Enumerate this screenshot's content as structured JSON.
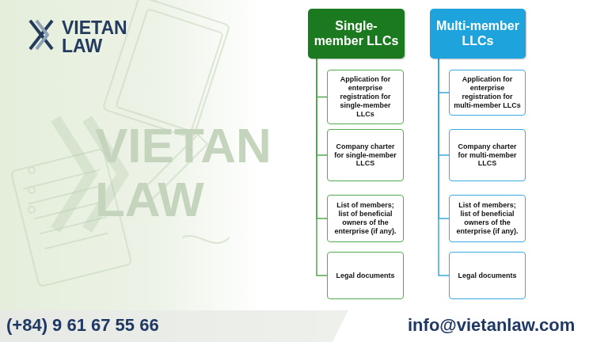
{
  "diagram": {
    "nodes": [
      {
        "text": [
          "Single-member LLCs"
        ]
      },
      {
        "text": [
          "Application for enterprise registration for single-member LLCs"
        ]
      },
      {
        "text": [
          "Company charter for single-member LLCS"
        ]
      },
      {
        "text": [
          "List of members; list of beneficial owners of the enterprise (if any)."
        ]
      },
      {
        "text": [
          "Legal documents"
        ]
      },
      {
        "text": [
          "Multi-member LLCs"
        ]
      },
      {
        "text": [
          "Application for enterprise registration for multi-member LLCs"
        ]
      },
      {
        "text": [
          "Company charter for multi-member LLCS"
        ]
      },
      {
        "text": [
          "List of members; list of beneficial owners of the enterprise (if any)."
        ]
      },
      {
        "text": [
          "Legal documents"
        ]
      }
    ],
    "edges": [
      {
        "from": 0,
        "to": 1,
        "arrow": "none"
      },
      {
        "from": 0,
        "to": 2,
        "arrow": "none"
      },
      {
        "from": 0,
        "to": 3,
        "arrow": "none"
      },
      {
        "from": 0,
        "to": 4,
        "arrow": "none"
      },
      {
        "from": 5,
        "to": 6,
        "arrow": "none"
      },
      {
        "from": 5,
        "to": 7,
        "arrow": "none"
      },
      {
        "from": 5,
        "to": 8,
        "arrow": "none"
      },
      {
        "from": 5,
        "to": 9,
        "arrow": "none"
      }
    ],
    "labels": [
      "VIETAN",
      "LAW",
      "VIETAN",
      "LAW",
      "(+84) 9 61 67 55 66",
      "info@vietanlaw.com"
    ]
  }
}
